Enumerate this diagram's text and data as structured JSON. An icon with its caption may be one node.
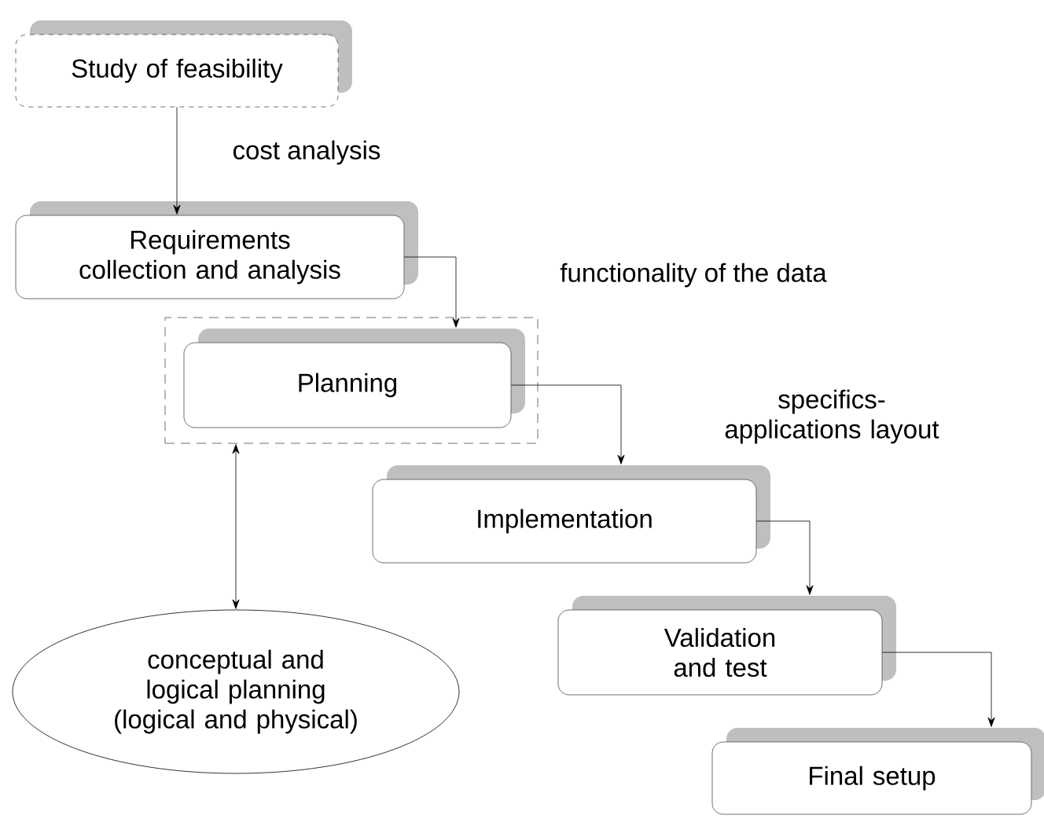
{
  "diagram": {
    "nodes": [
      {
        "text": [
          "Study of feasibility"
        ]
      },
      {
        "text": [
          "Requirements collection and analysis"
        ]
      },
      {
        "text": [],
        "shape": "box"
      },
      {
        "text": [
          "Planning"
        ],
        "in": 2
      },
      {
        "text": [
          "Implementation"
        ]
      },
      {
        "text": [
          "Validation and test"
        ]
      },
      {
        "text": [
          "Final setup"
        ]
      },
      {
        "text": [
          "conceptual and logical planning (logical and physical)"
        ]
      }
    ],
    "edges": [
      {
        "from": 0,
        "to": 1,
        "arrow": "to",
        "label": "cost analysis"
      },
      {
        "from": 1,
        "to": 3,
        "arrow": "to",
        "label": "functionality of the data"
      },
      {
        "from": 3,
        "to": 4,
        "arrow": "to",
        "label": "specifics-applications layout"
      },
      {
        "from": 4,
        "to": 5,
        "arrow": "to"
      },
      {
        "from": 5,
        "to": 6,
        "arrow": "to"
      },
      {
        "from": 2,
        "to": 7,
        "arrow": "both"
      }
    ]
  }
}
